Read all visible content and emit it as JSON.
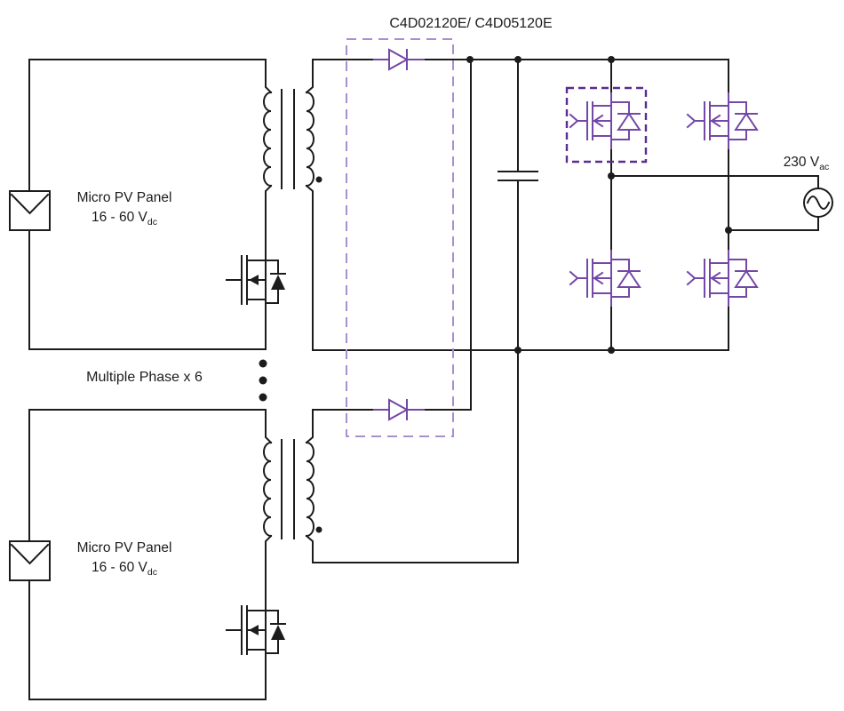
{
  "diagram": {
    "part_label": "C4D02120E/ C4D05120E",
    "pv_block_1": {
      "title": "Micro PV Panel",
      "voltage": "16 - 60 V",
      "voltage_sub": "dc"
    },
    "pv_block_2": {
      "title": "Micro PV Panel",
      "voltage": "16 - 60 V",
      "voltage_sub": "dc"
    },
    "multiphase_label": "Multiple Phase x 6",
    "ac_source": {
      "label": "230 V",
      "label_sub": "ac"
    },
    "icons": {
      "pv-panel-icon": "square cell with chevron",
      "flyback-transformer-icon": "two windings with core bars and phase dot",
      "primary-mosfet-icon": "black N-channel MOSFET with filled body diode",
      "hbridge-mosfet-icon": "purple N-channel MOSFET with body diode",
      "sic-diode-icon": "purple diode (SiC Schottky)",
      "dc-link-capacitor-icon": "parallel plate capacitor",
      "ac-source-icon": "circle with sine wave",
      "junction-dot": "filled wire junction",
      "continuation-dots": "vertical ellipsis for repeated phases"
    },
    "colors": {
      "wire": "#1c1c1c",
      "text": "#1c1c1c",
      "component": "#7448A6",
      "box_light": "#A98FD0",
      "box_dark": "#5B2C91",
      "background": "#ffffff"
    }
  }
}
